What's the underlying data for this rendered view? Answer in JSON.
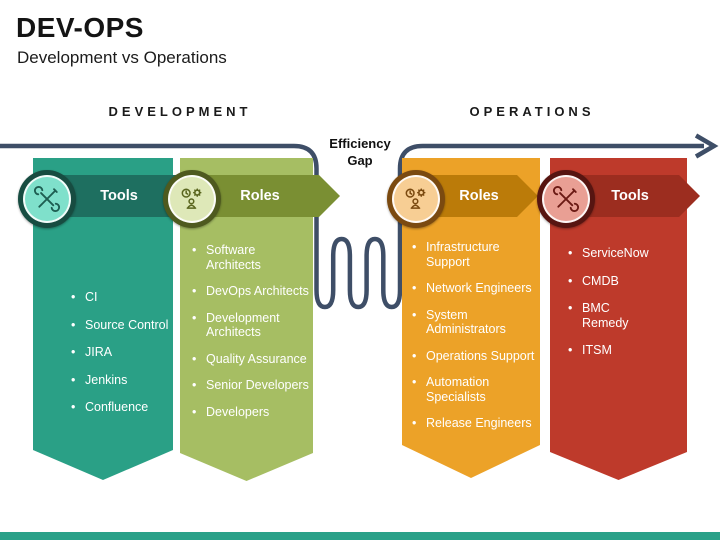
{
  "title": "DEV-OPS",
  "subtitle": "Development vs Operations",
  "section_labels": {
    "development": "DEVELOPMENT",
    "operations": "OPERATIONS"
  },
  "efficiency_gap_label": "Efficiency Gap",
  "flow_line": {
    "color": "#3E4E67"
  },
  "footer_bar_color": "#2AA189",
  "columns": [
    {
      "group": "development",
      "header": "Tools",
      "icon": "tools-icon",
      "colors": {
        "body": "#2AA086",
        "ribbon": "#1E6F60",
        "badge_ring": "#174C41",
        "badge_fill": "#7FE0CB",
        "icon": "#1E5E52"
      },
      "items": [
        "CI",
        "Source Control",
        "JIRA",
        "Jenkins",
        "Confluence"
      ]
    },
    {
      "group": "development",
      "header": "Roles",
      "icon": "roles-icon",
      "colors": {
        "body": "#A6BE63",
        "ribbon": "#7A8F33",
        "badge_ring": "#4E5A1F",
        "badge_fill": "#DEE8B8",
        "icon": "#5A661F"
      },
      "items": [
        "Software\nArchitects",
        "DevOps Architects",
        "Development\nArchitects",
        "Quality Assurance",
        "Senior Developers",
        "Developers"
      ]
    },
    {
      "group": "operations",
      "header": "Roles",
      "icon": "roles-icon",
      "colors": {
        "body": "#ECA228",
        "ribbon": "#BB7B09",
        "badge_ring": "#7B4A10",
        "badge_fill": "#F7CE94",
        "icon": "#7B4A10"
      },
      "items": [
        "Infrastructure\nSupport",
        "Network Engineers",
        "System\nAdministrators",
        "Operations Support",
        "Automation\nSpecialists",
        "Release Engineers"
      ]
    },
    {
      "group": "operations",
      "header": "Tools",
      "icon": "tools-icon",
      "colors": {
        "body": "#BE3A2B",
        "ribbon": "#9C2D1F",
        "badge_ring": "#571511",
        "badge_fill": "#E99F94",
        "icon": "#6B1A14"
      },
      "items": [
        "ServiceNow",
        "CMDB",
        "BMC\nRemedy",
        "ITSM"
      ]
    }
  ]
}
